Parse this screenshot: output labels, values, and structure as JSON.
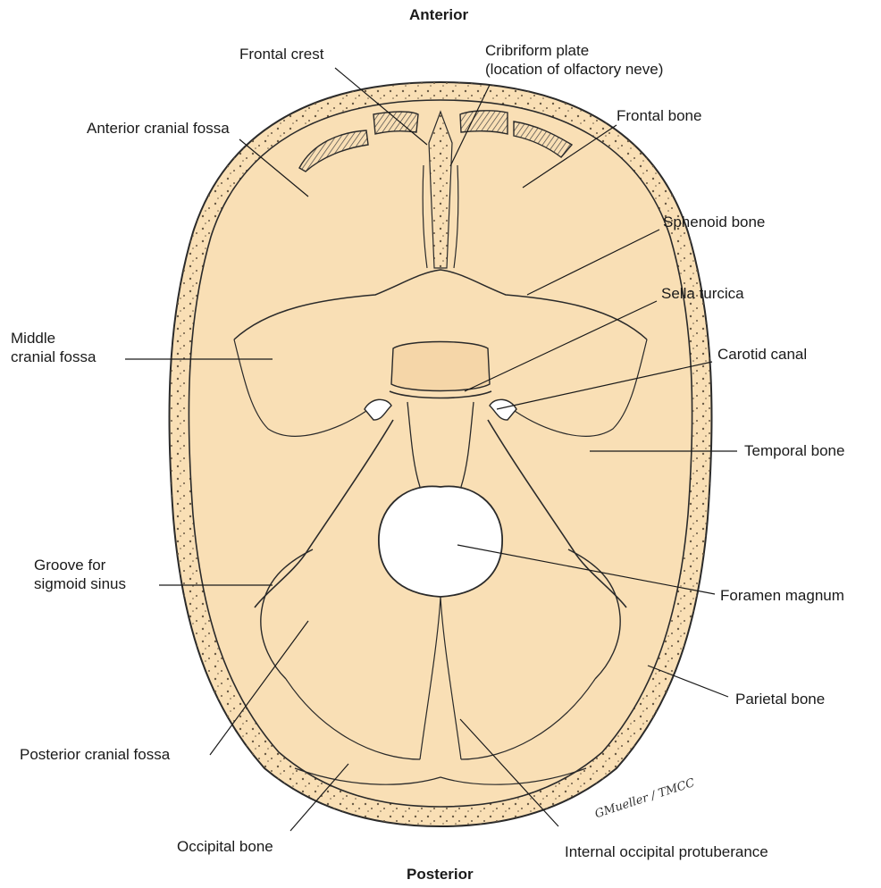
{
  "orientation": {
    "anterior": "Anterior",
    "posterior": "Posterior"
  },
  "labels": {
    "frontal_crest": "Frontal crest",
    "cribriform_plate": "Cribriform plate\n(location of olfactory neve)",
    "anterior_cranial_fossa": "Anterior cranial fossa",
    "frontal_bone": "Frontal bone",
    "sphenoid_bone": "Sphenoid bone",
    "sella_turcica": "Sella turcica",
    "middle_cranial_fossa": "Middle\ncranial fossa",
    "carotid_canal": "Carotid canal",
    "temporal_bone": "Temporal bone",
    "groove_sigmoid_sinus": "Groove for\nsigmoid sinus",
    "foramen_magnum": "Foramen magnum",
    "parietal_bone": "Parietal bone",
    "posterior_cranial_fossa": "Posterior cranial fossa",
    "occipital_bone": "Occipital bone",
    "internal_occipital_protuberance": "Internal occipital protuberance"
  },
  "signature": "GMueller / TMCC",
  "colors": {
    "bone_fill": "#f9dfb5",
    "bone_outline": "#2a2a2a",
    "leader_line": "#1a1a1a",
    "hatch": "#555555"
  }
}
